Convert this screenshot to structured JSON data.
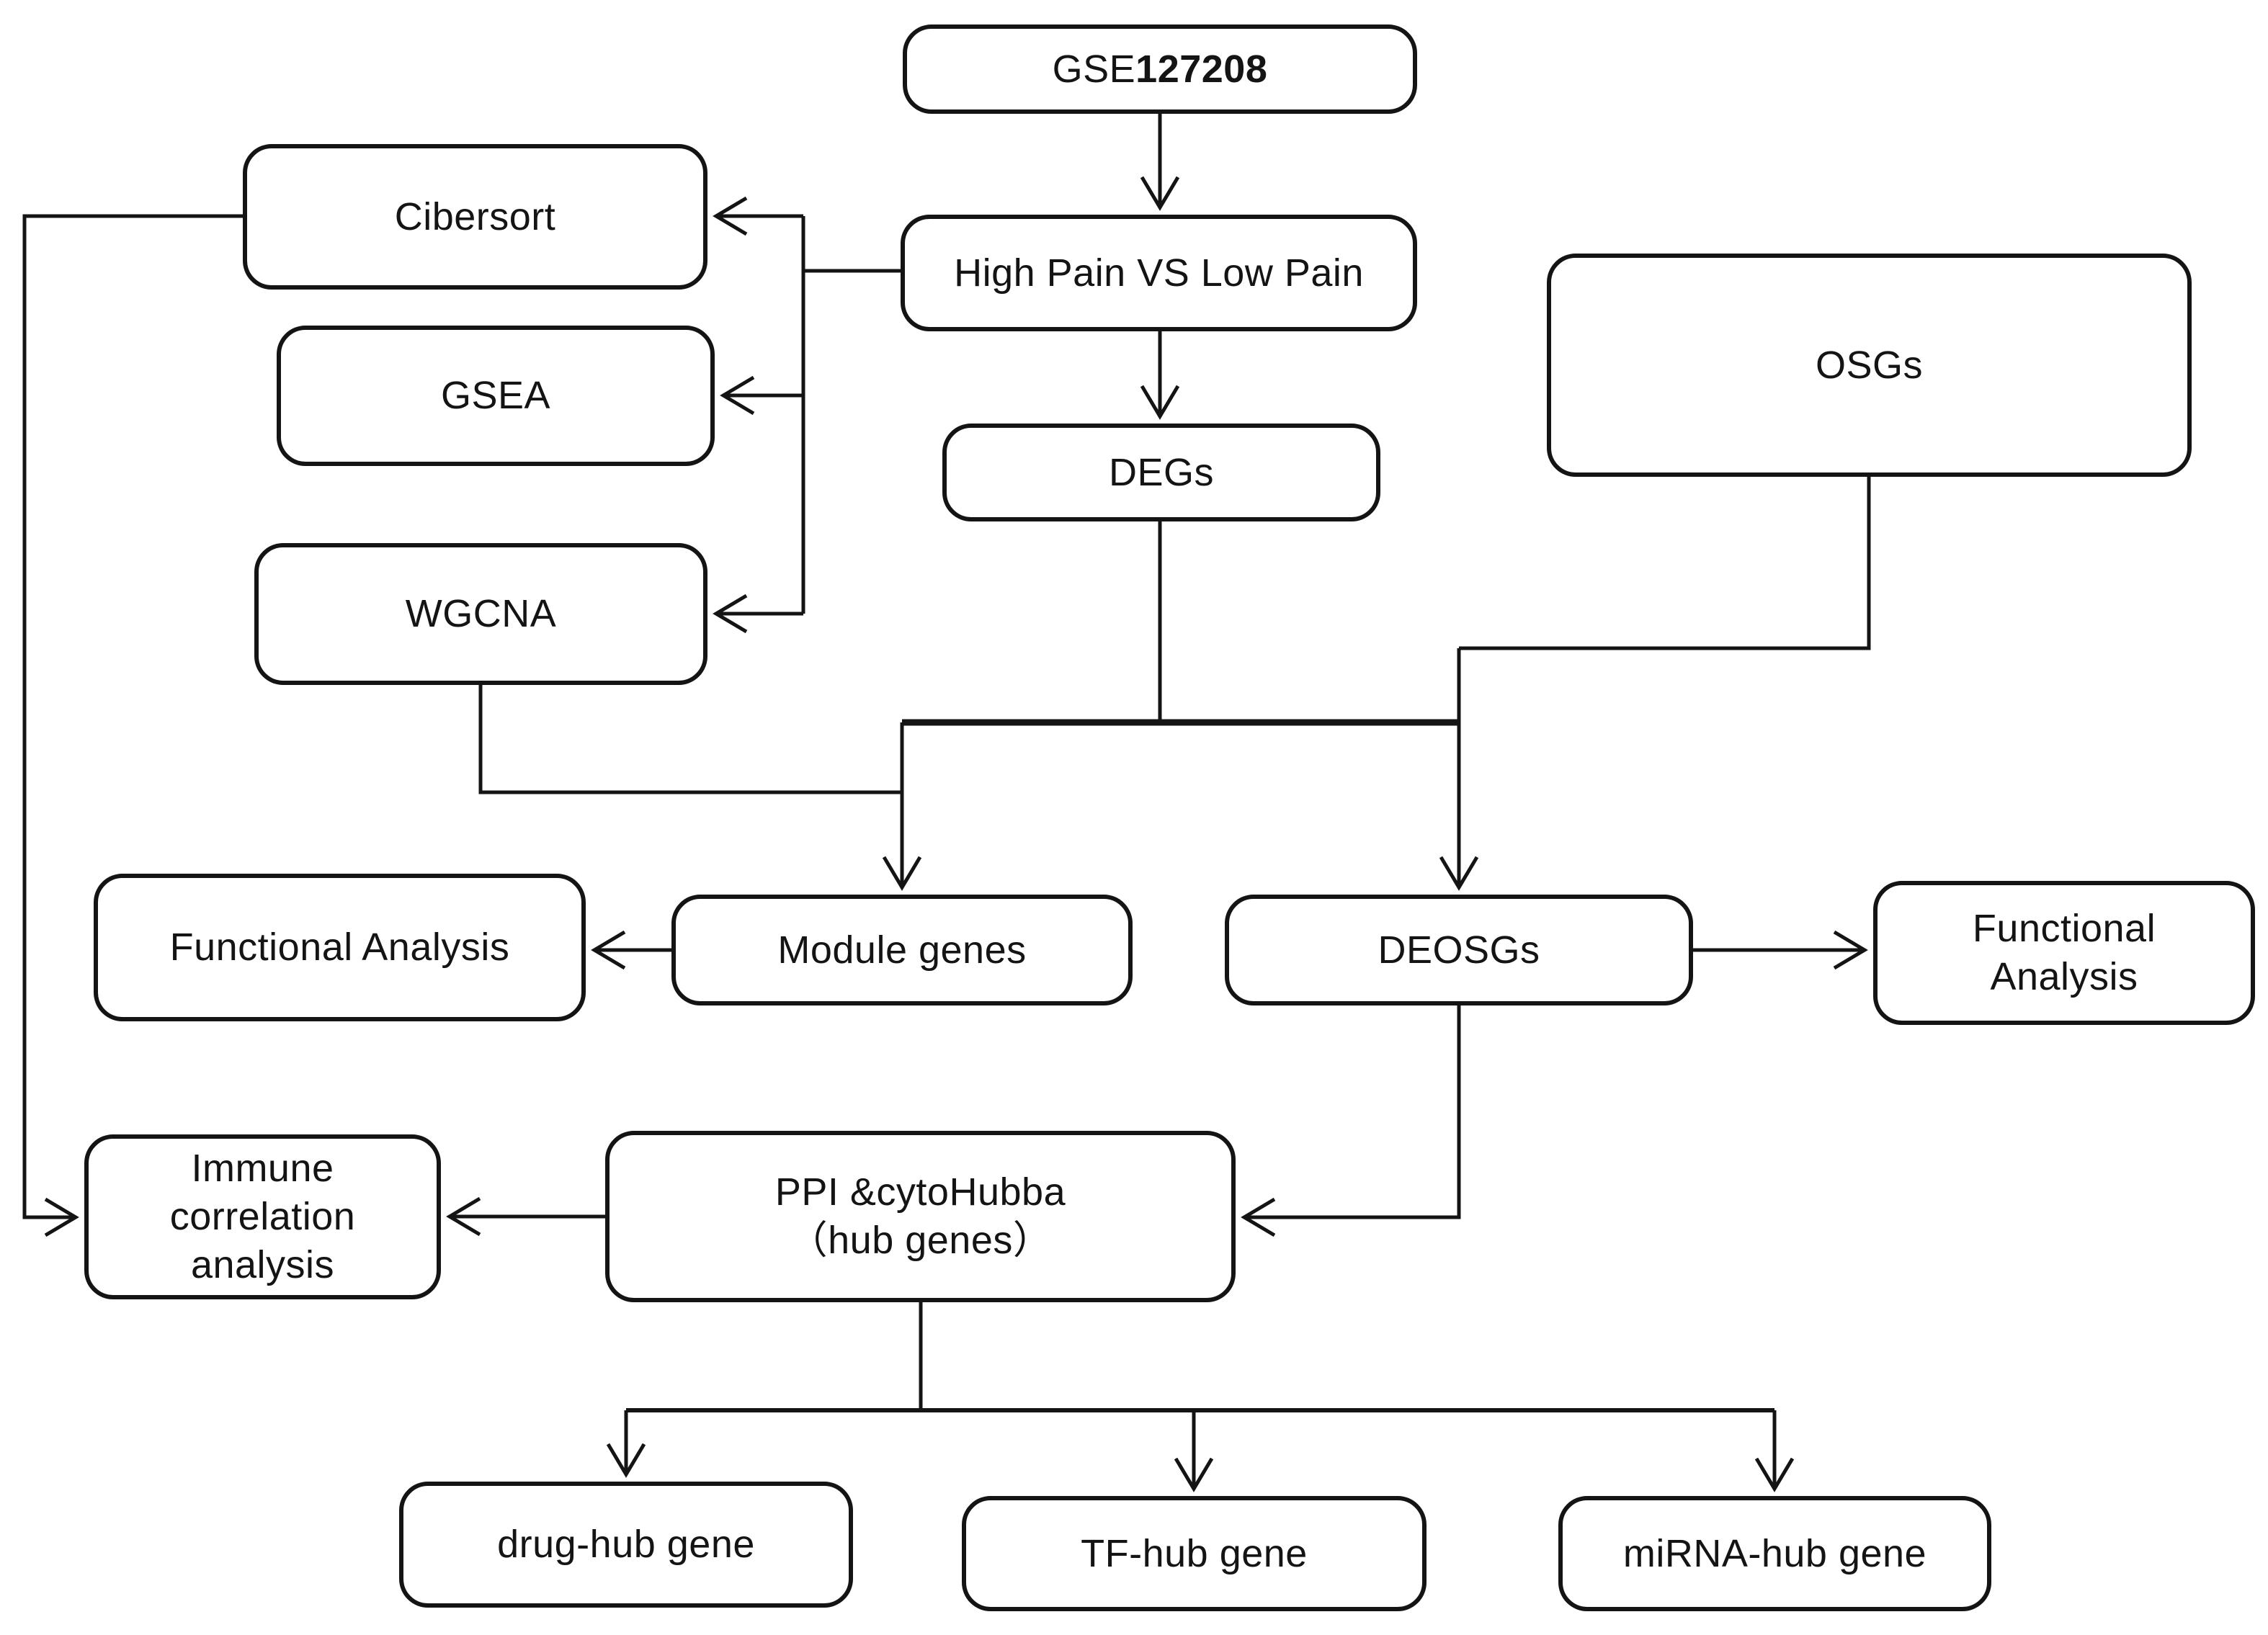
{
  "diagram": {
    "type": "flowchart",
    "background": "#ffffff",
    "colors": {
      "line": "#141414",
      "box_border": "#141414",
      "box_fill": "#ffffff",
      "text": "#141414"
    },
    "nodes": {
      "gse": {
        "label": "GSE127208",
        "prefix": "GSE",
        "number": "127208"
      },
      "high_pain": {
        "label": "High Pain VS Low Pain"
      },
      "cibersort": {
        "label": "Cibersort"
      },
      "gsea": {
        "label": "GSEA"
      },
      "wgcna": {
        "label": "WGCNA"
      },
      "osgs": {
        "label": "OSGs"
      },
      "degs": {
        "label": "DEGs"
      },
      "functional_left": {
        "label": "Functional Analysis"
      },
      "module_genes": {
        "label": "Module genes"
      },
      "deosgs": {
        "label": "DEOSGs"
      },
      "functional_right": {
        "label": "Functional\nAnalysis"
      },
      "immune": {
        "label": "Immune\ncorrelation\nanalysis"
      },
      "ppi": {
        "label": "PPI &cytoHubba\n（hub genes）"
      },
      "drug_hub": {
        "label": "drug-hub gene"
      },
      "tf_hub": {
        "label": "TF-hub gene"
      },
      "mirna_hub": {
        "label": "miRNA-hub gene"
      }
    },
    "edges": [
      {
        "from": "GSE127208",
        "to": "High Pain VS Low Pain",
        "arrow": true
      },
      {
        "from": "High Pain VS Low Pain",
        "to": "Cibersort",
        "arrow": true
      },
      {
        "from": "High Pain VS Low Pain",
        "to": "GSEA",
        "arrow": true
      },
      {
        "from": "High Pain VS Low Pain",
        "to": "WGCNA",
        "arrow": true
      },
      {
        "from": "High Pain VS Low Pain",
        "to": "DEGs",
        "arrow": true
      },
      {
        "from": "DEGs",
        "to": "Module genes",
        "arrow": true
      },
      {
        "from": "WGCNA",
        "to": "Module genes",
        "arrow": true
      },
      {
        "from": "DEGs",
        "to": "DEOSGs",
        "arrow": true
      },
      {
        "from": "OSGs",
        "to": "DEOSGs",
        "arrow": true
      },
      {
        "from": "Module genes",
        "to": "Functional Analysis",
        "arrow": true
      },
      {
        "from": "DEOSGs",
        "to": "Functional Analysis",
        "arrow": true
      },
      {
        "from": "DEOSGs",
        "to": "PPI &cytoHubba（hub genes）",
        "arrow": true
      },
      {
        "from": "PPI &cytoHubba（hub genes）",
        "to": "Immune correlation analysis",
        "arrow": true
      },
      {
        "from": "Cibersort",
        "to": "Immune correlation analysis",
        "arrow": true
      },
      {
        "from": "PPI &cytoHubba（hub genes）",
        "to": "drug-hub gene",
        "arrow": true
      },
      {
        "from": "PPI &cytoHubba（hub genes）",
        "to": "TF-hub gene",
        "arrow": true
      },
      {
        "from": "PPI &cytoHubba（hub genes）",
        "to": "miRNA-hub gene",
        "arrow": true
      }
    ]
  }
}
